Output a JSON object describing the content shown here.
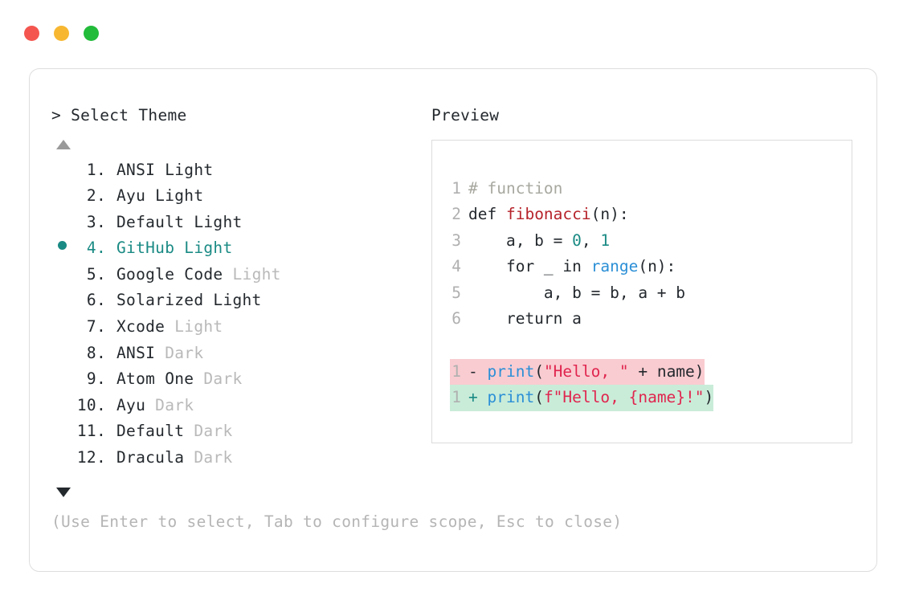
{
  "window": {
    "traffic_lights": [
      {
        "name": "close",
        "color": "#f4564f"
      },
      {
        "name": "minimize",
        "color": "#f7b731"
      },
      {
        "name": "maximize",
        "color": "#22bb3a"
      }
    ]
  },
  "left_panel": {
    "prompt": "> Select Theme",
    "scroll_up_icon": "triangle-up-icon",
    "scroll_down_icon": "triangle-down-icon",
    "selected_index": 4,
    "selection_bullet": "●",
    "accent_color": "#1a8a84",
    "themes": [
      {
        "index": "1.",
        "name": "ANSI Light",
        "suffix": "",
        "selected": false
      },
      {
        "index": "2.",
        "name": "Ayu Light",
        "suffix": "",
        "selected": false
      },
      {
        "index": "3.",
        "name": "Default Light",
        "suffix": "",
        "selected": false
      },
      {
        "index": "4.",
        "name": "GitHub Light",
        "suffix": "",
        "selected": true
      },
      {
        "index": "5.",
        "name": "Google Code",
        "suffix": " Light",
        "selected": false
      },
      {
        "index": "6.",
        "name": "Solarized Light",
        "suffix": "",
        "selected": false
      },
      {
        "index": "7.",
        "name": "Xcode",
        "suffix": " Light",
        "selected": false
      },
      {
        "index": "8.",
        "name": "ANSI",
        "suffix": " Dark",
        "selected": false
      },
      {
        "index": "9.",
        "name": "Atom One",
        "suffix": " Dark",
        "selected": false
      },
      {
        "index": "10.",
        "name": "Ayu",
        "suffix": " Dark",
        "selected": false
      },
      {
        "index": "11.",
        "name": "Default",
        "suffix": " Dark",
        "selected": false
      },
      {
        "index": "12.",
        "name": "Dracula",
        "suffix": " Dark",
        "selected": false
      }
    ]
  },
  "right_panel": {
    "title": "Preview",
    "code_lines": [
      {
        "no": "1",
        "text": "# function"
      },
      {
        "no": "2",
        "text": "def fibonacci(n):"
      },
      {
        "no": "3",
        "text": "    a, b = 0, 1"
      },
      {
        "no": "4",
        "text": "    for _ in range(n):"
      },
      {
        "no": "5",
        "text": "        a, b = b, a + b"
      },
      {
        "no": "6",
        "text": "    return a"
      }
    ],
    "diff_lines": [
      {
        "no": "1",
        "sign": "-",
        "text": "print(\"Hello, \" + name)",
        "kind": "delete",
        "bg": "#f9ccd1"
      },
      {
        "no": "1",
        "sign": "+",
        "text": "print(f\"Hello, {name}!\")",
        "kind": "add",
        "bg": "#c9ecd9"
      }
    ]
  },
  "footer": {
    "hint": "(Use Enter to select, Tab to configure scope, Esc to close)"
  }
}
